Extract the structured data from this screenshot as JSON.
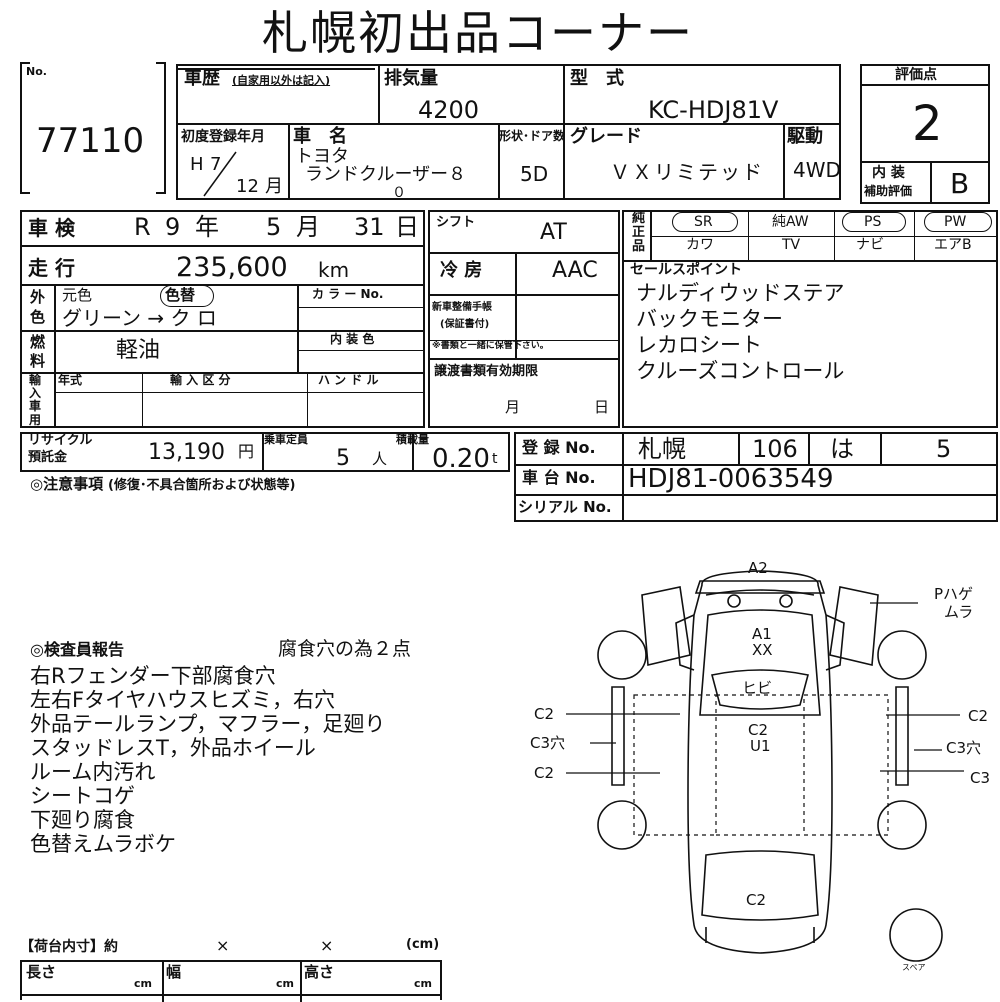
{
  "title": "札幌初出品コーナー",
  "lot": {
    "label": "No.",
    "value": "77110"
  },
  "history": {
    "label": "車歴",
    "note": "(自家用以外は記入)"
  },
  "displacement": {
    "label": "排気量",
    "value": "4200"
  },
  "model_code": {
    "label": "型　式",
    "value": "KC-HDJ81V"
  },
  "score": {
    "label": "評価点",
    "value": "2",
    "interior_label_1": "内 装",
    "interior_label_2": "補助評価",
    "interior_value": "B"
  },
  "first_reg": {
    "label": "初度登録年月",
    "era": "H",
    "year": "7",
    "month": "12",
    "month_unit": "月"
  },
  "car_name": {
    "label": "車　名",
    "maker": "トヨタ",
    "line1": "ランドクルーザー８",
    "line2": "０"
  },
  "body": {
    "label": "形状･ドア数",
    "value": "5D"
  },
  "grade": {
    "label": "グレード",
    "value": "ＶＸリミテッド"
  },
  "drive": {
    "label": "駆動",
    "value": "4WD"
  },
  "inspection": {
    "label": "車 検",
    "era": "R",
    "year": "9",
    "y": "年",
    "month": "5",
    "m": "月",
    "day": "31",
    "d": "日"
  },
  "mileage": {
    "label": "走 行",
    "value": "235,600",
    "unit": "km"
  },
  "color": {
    "label_1": "外",
    "label_2": "色",
    "orig": "元色",
    "changed": "色替",
    "value": "グリーン → ク ロ",
    "code_label": "カ ラ ー No."
  },
  "fuel": {
    "label_1": "燃",
    "label_2": "料",
    "value": "軽油",
    "interior_color_label": "内 装 色"
  },
  "import": {
    "label": "輸入車用",
    "year_label": "年式",
    "kind_label": "輸 入 区 分",
    "handle_label": "ハ ン ド ル"
  },
  "shift": {
    "label": "シフト",
    "value": "AT"
  },
  "ac": {
    "label": "冷 房",
    "value": "AAC"
  },
  "warranty": {
    "label_1": "新車整備手帳",
    "label_2": "(保証書付)",
    "note": "※書類と一緒に保管下さい。"
  },
  "transfer": {
    "label": "譲渡書類有効期限",
    "month": "月",
    "day": "日"
  },
  "equipment": {
    "label_1": "純",
    "label_2": "正",
    "label_3": "品",
    "row1": [
      "SR",
      "純AW",
      "PS",
      "PW"
    ],
    "row2": [
      "カワ",
      "TV",
      "ナビ",
      "エアB"
    ]
  },
  "sales_points": {
    "label": "セールスポイント",
    "items": [
      "ナルディウッドステア",
      "バックモニター",
      "レカロシート",
      "クルーズコントロール"
    ]
  },
  "recycle": {
    "label_1": "リサイクル",
    "label_2": "預託金",
    "value": "13,190",
    "unit": "円"
  },
  "capacity": {
    "label": "乗車定員",
    "value": "5",
    "unit": "人"
  },
  "load": {
    "label": "積載量",
    "value": "0.20",
    "unit": "t"
  },
  "registration": {
    "label": "登 録 No.",
    "city": "札幌",
    "class": "106",
    "kana": "は",
    "number": "5"
  },
  "chassis": {
    "label": "車 台 No.",
    "value": "HDJ81-0063549"
  },
  "serial": {
    "label": "シリアル No."
  },
  "notes_label": "◎注意事項",
  "notes_sub": "(修復･不具合箇所および状態等)",
  "inspector": {
    "label": "◎検査員報告",
    "header_note": "腐食穴の為２点",
    "lines": [
      "右Rフェンダー下部腐食穴",
      "左右Fタイヤハウスヒズミ，右穴",
      "外品テールランプ，マフラー，足廻り",
      "スタッドレスT，外品ホイール",
      "ルーム内汚れ",
      "シートコゲ",
      "下廻り腐食",
      "色替えムラボケ"
    ]
  },
  "diagram": {
    "a2": "A2",
    "a1": "A1",
    "xx": "XX",
    "hibi": "ヒビ",
    "c2_center": "C2",
    "u1": "U1",
    "c2_rear": "C2",
    "left_c2_top": "C2",
    "left_c3": "C3穴",
    "left_c2_bot": "C2",
    "right_c2": "C2",
    "right_c3_hole": "C3穴",
    "right_c3": "C3",
    "p_hage": "Pハゲ",
    "mura": "ムラ",
    "spare": "スペア"
  },
  "cargo": {
    "label": "【荷台内寸】約",
    "x1": "×",
    "x2": "×",
    "unit": "(cm)",
    "len": "長さ",
    "wid": "幅",
    "hei": "高さ",
    "cm": "cm"
  }
}
